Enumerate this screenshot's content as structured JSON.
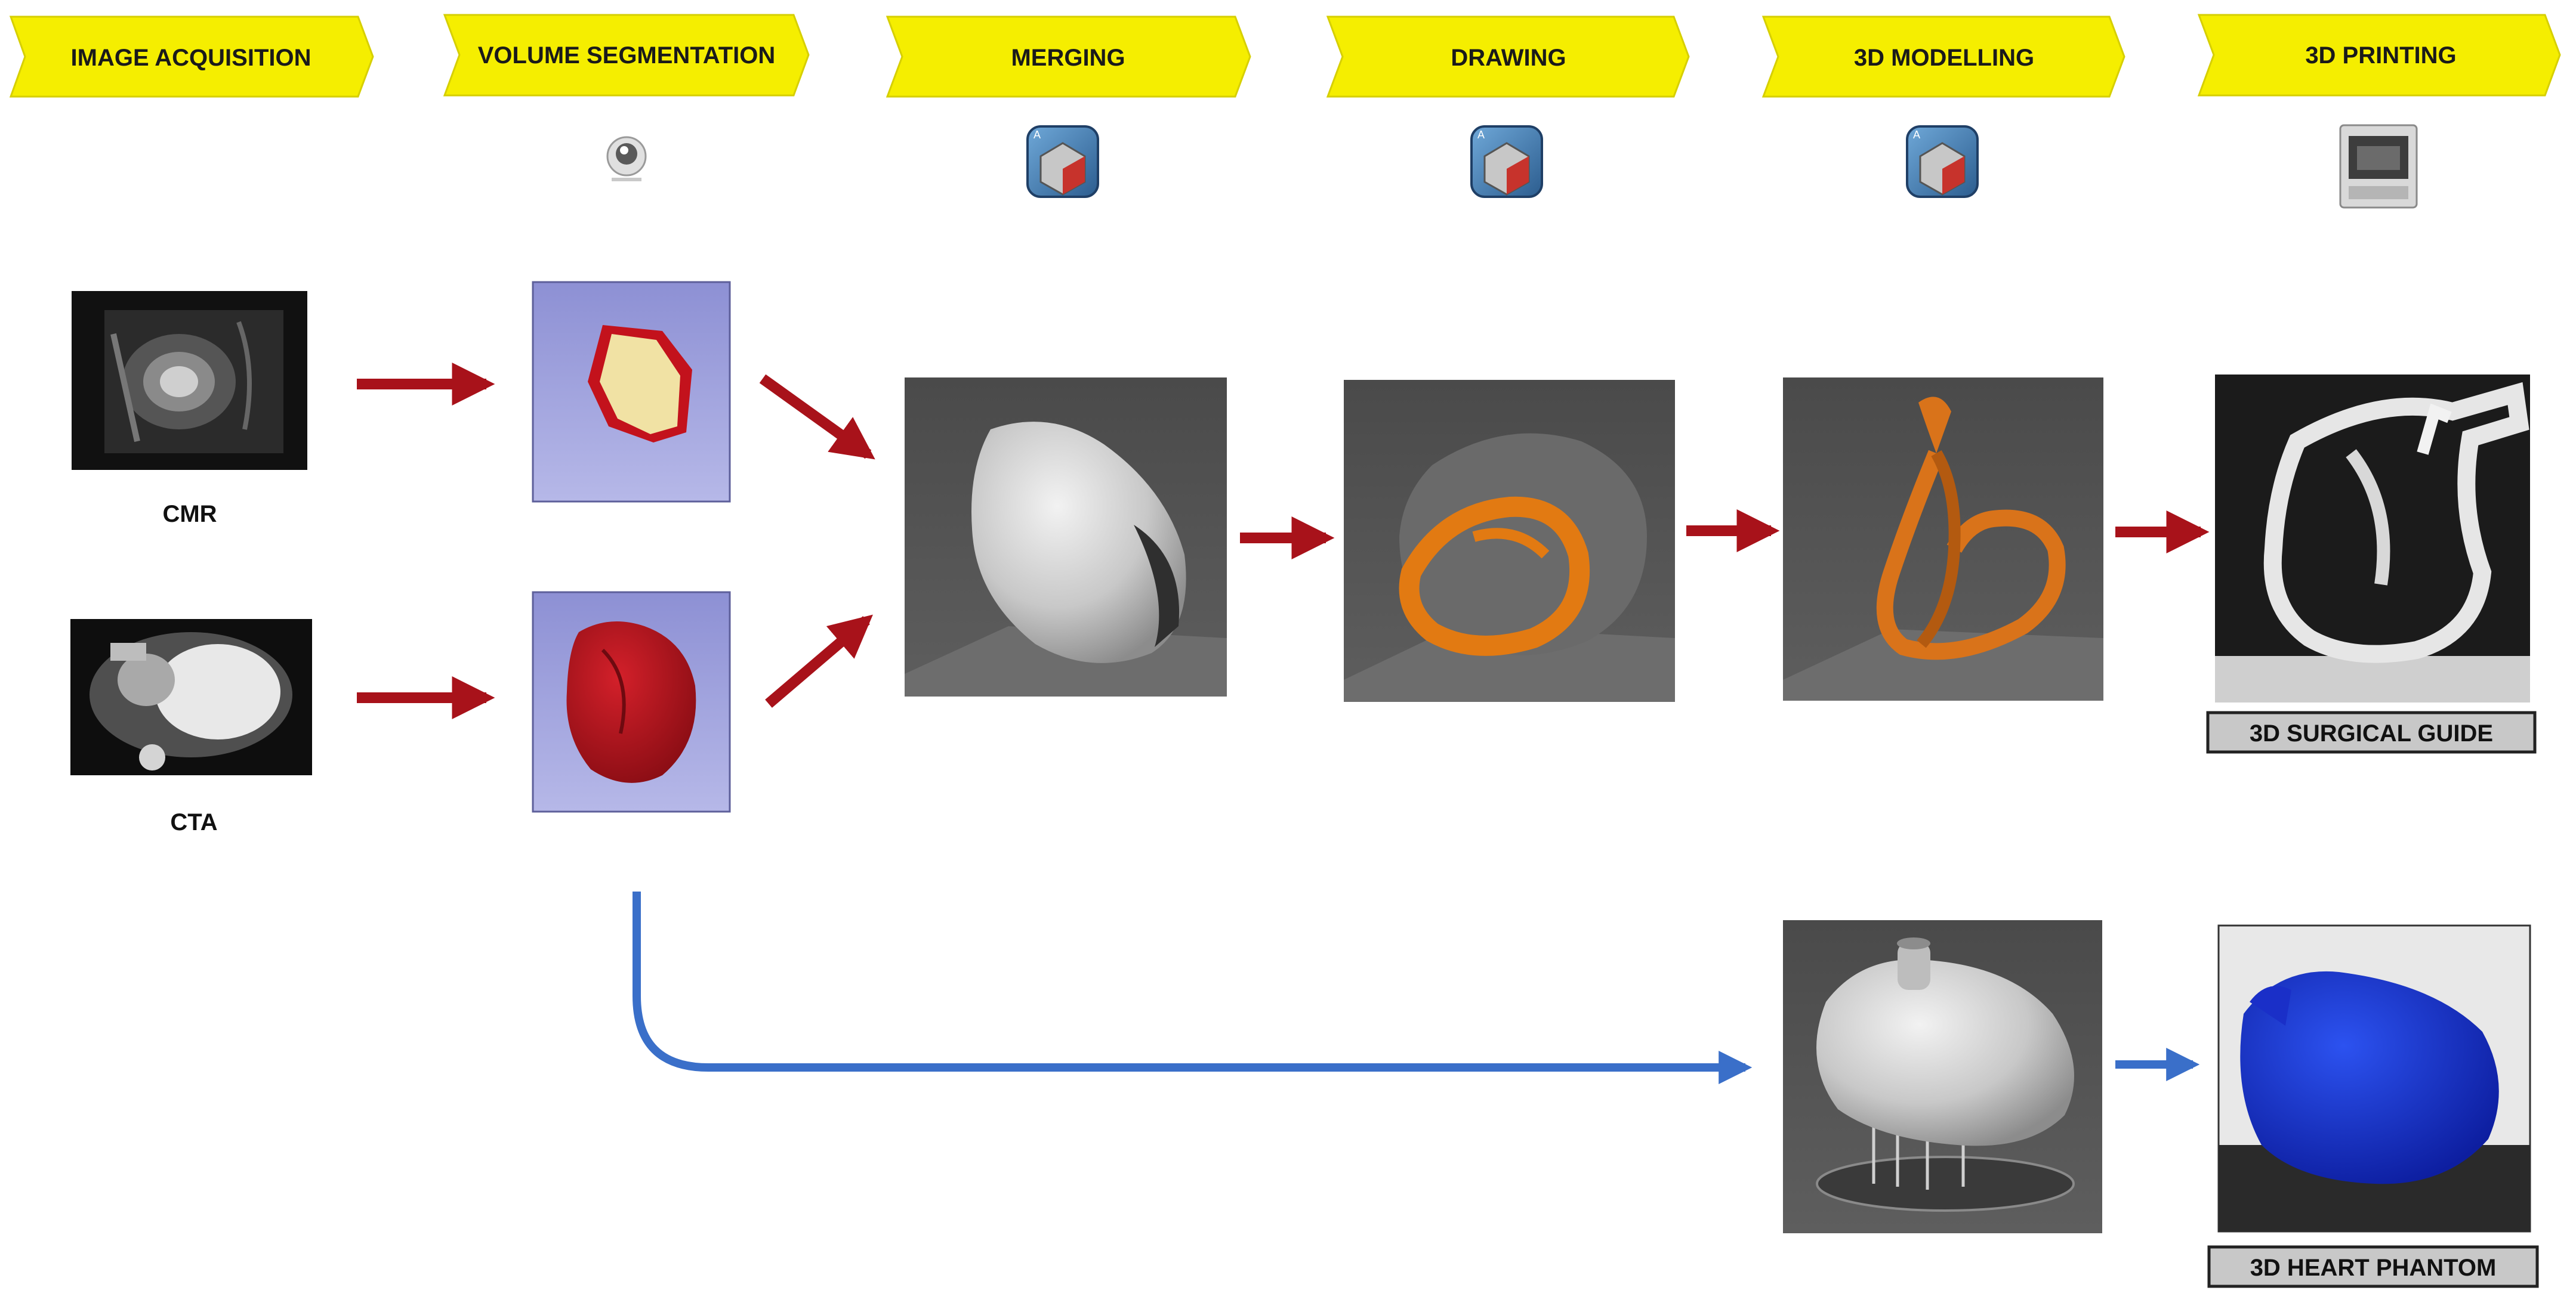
{
  "steps": [
    {
      "label": "IMAGE ACQUISITION"
    },
    {
      "label": "VOLUME SEGMENTATION"
    },
    {
      "label": "MERGING"
    },
    {
      "label": "DRAWING"
    },
    {
      "label": "3D MODELLING"
    },
    {
      "label": "3D PRINTING"
    }
  ],
  "modalities": {
    "cmr": "CMR",
    "cta": "CTA"
  },
  "outputs": {
    "surgical_guide": "3D SURGICAL GUIDE",
    "heart_phantom": "3D HEART PHANTOM"
  },
  "colors": {
    "banner": "#f5ee00",
    "red_arrow": "#a8121a",
    "blue_arrow": "#3a6fc9",
    "purple_panel": "#9a9ddb",
    "render_bg": "#555555",
    "label_box": "#c8c8c8"
  },
  "icons": {
    "segmentation_software": "3d-slicer-icon",
    "cad_software": "cad-cube-icon",
    "printer": "3d-printer-icon"
  }
}
